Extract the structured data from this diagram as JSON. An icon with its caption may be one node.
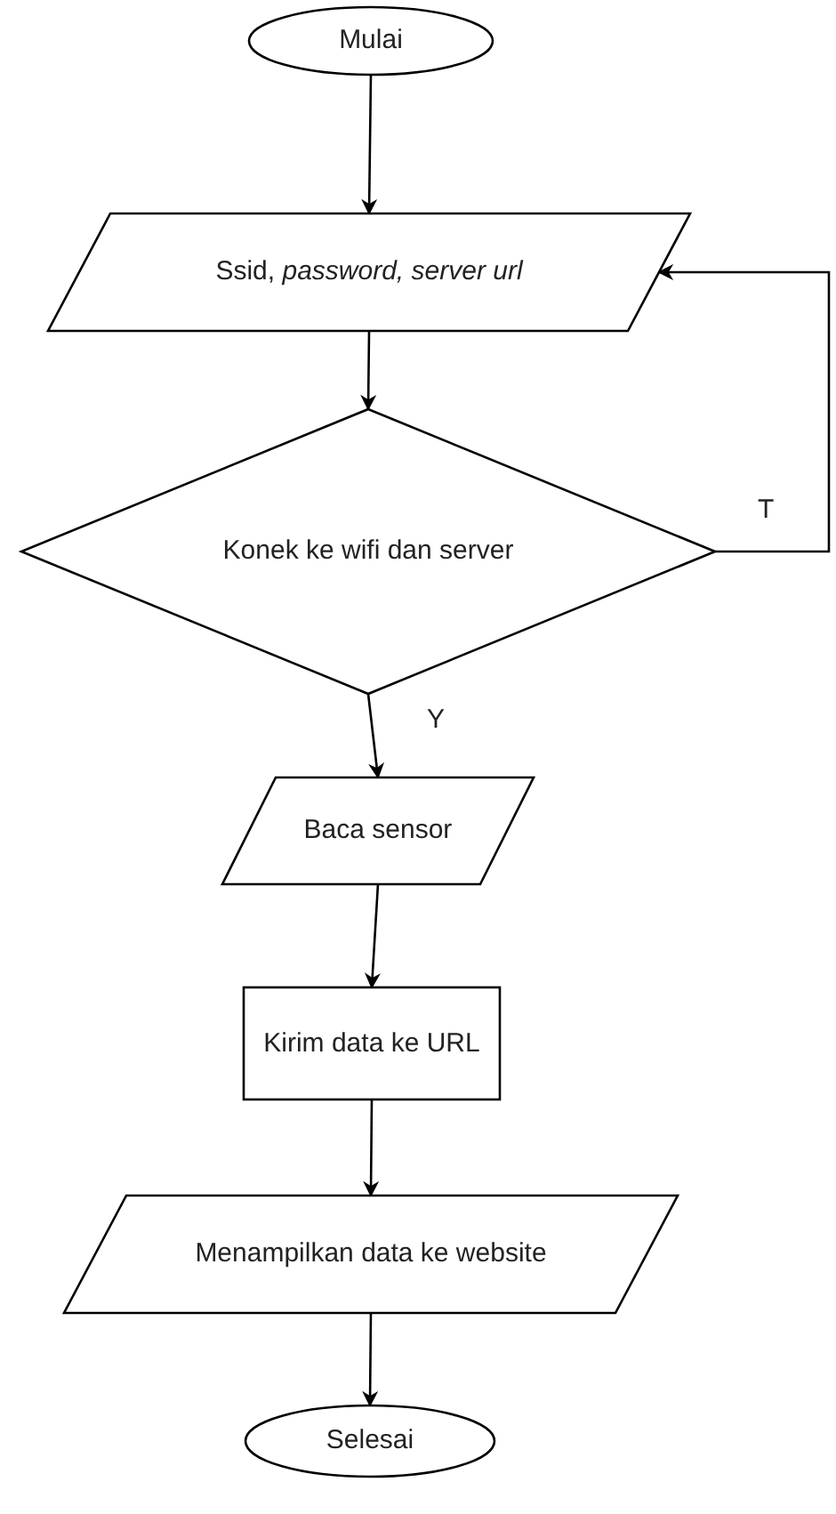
{
  "diagram": {
    "nodes": [
      {
        "text": [
          "Mulai"
        ]
      },
      {
        "text": [
          "Ssid, *password, server url*"
        ]
      },
      {
        "text": [
          "Konek ke wifi dan server"
        ]
      },
      {
        "text": [
          "Baca sensor"
        ]
      },
      {
        "text": [
          "Kirim data ke URL"
        ]
      },
      {
        "text": [
          "Menampilkan data ke website"
        ]
      },
      {
        "text": [
          "Selesai"
        ]
      }
    ],
    "edges": [
      {
        "from": 0,
        "to": 1,
        "arrow": "to"
      },
      {
        "from": 1,
        "to": 2,
        "arrow": "to"
      },
      {
        "from": 2,
        "to": 3,
        "arrow": "to",
        "label": "Y"
      },
      {
        "from": 3,
        "to": 4,
        "arrow": "to"
      },
      {
        "from": 4,
        "to": 5,
        "arrow": "to"
      },
      {
        "from": 5,
        "to": 6,
        "arrow": "to"
      },
      {
        "from": 2,
        "to": 1,
        "arrow": "to",
        "label": "T"
      }
    ]
  }
}
